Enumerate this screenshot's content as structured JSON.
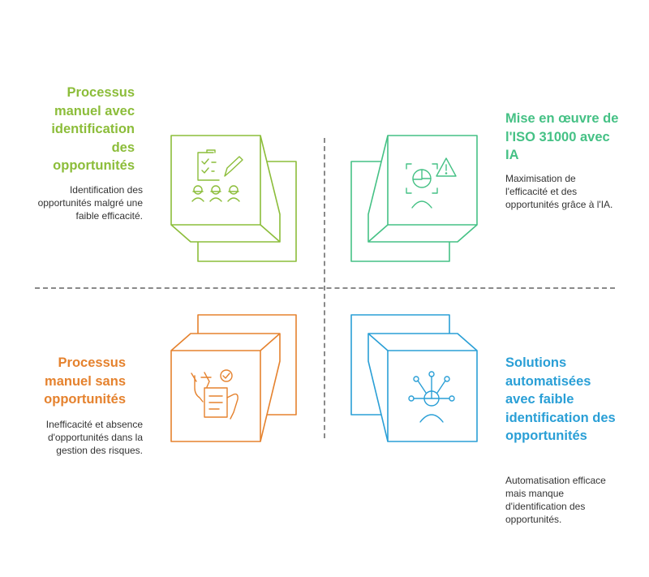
{
  "quadrants": [
    {
      "id": "top-left",
      "title": "Processus manuel avec identification des opportunités",
      "description": "Identification des opportunités malgré une faible efficacité.",
      "color": "#8cbd3a",
      "icon": "checklist-team-icon"
    },
    {
      "id": "top-right",
      "title": "Mise en œuvre de l'ISO 31000 avec IA",
      "description": "Maximisation de l'efficacité et des opportunités grâce à l'IA.",
      "color": "#45c185",
      "icon": "risk-analysis-icon"
    },
    {
      "id": "bottom-left",
      "title": "Processus manuel sans opportunités",
      "description": "Inefficacité et absence d'opportunités dans la gestion des risques.",
      "color": "#e5822e",
      "icon": "manual-document-icon"
    },
    {
      "id": "bottom-right",
      "title": "Solutions automatisées avec faible identification des opportunités",
      "description": "Automatisation efficace mais manque d'identification des opportunités.",
      "color": "#2a9fd6",
      "icon": "automation-network-icon"
    }
  ]
}
